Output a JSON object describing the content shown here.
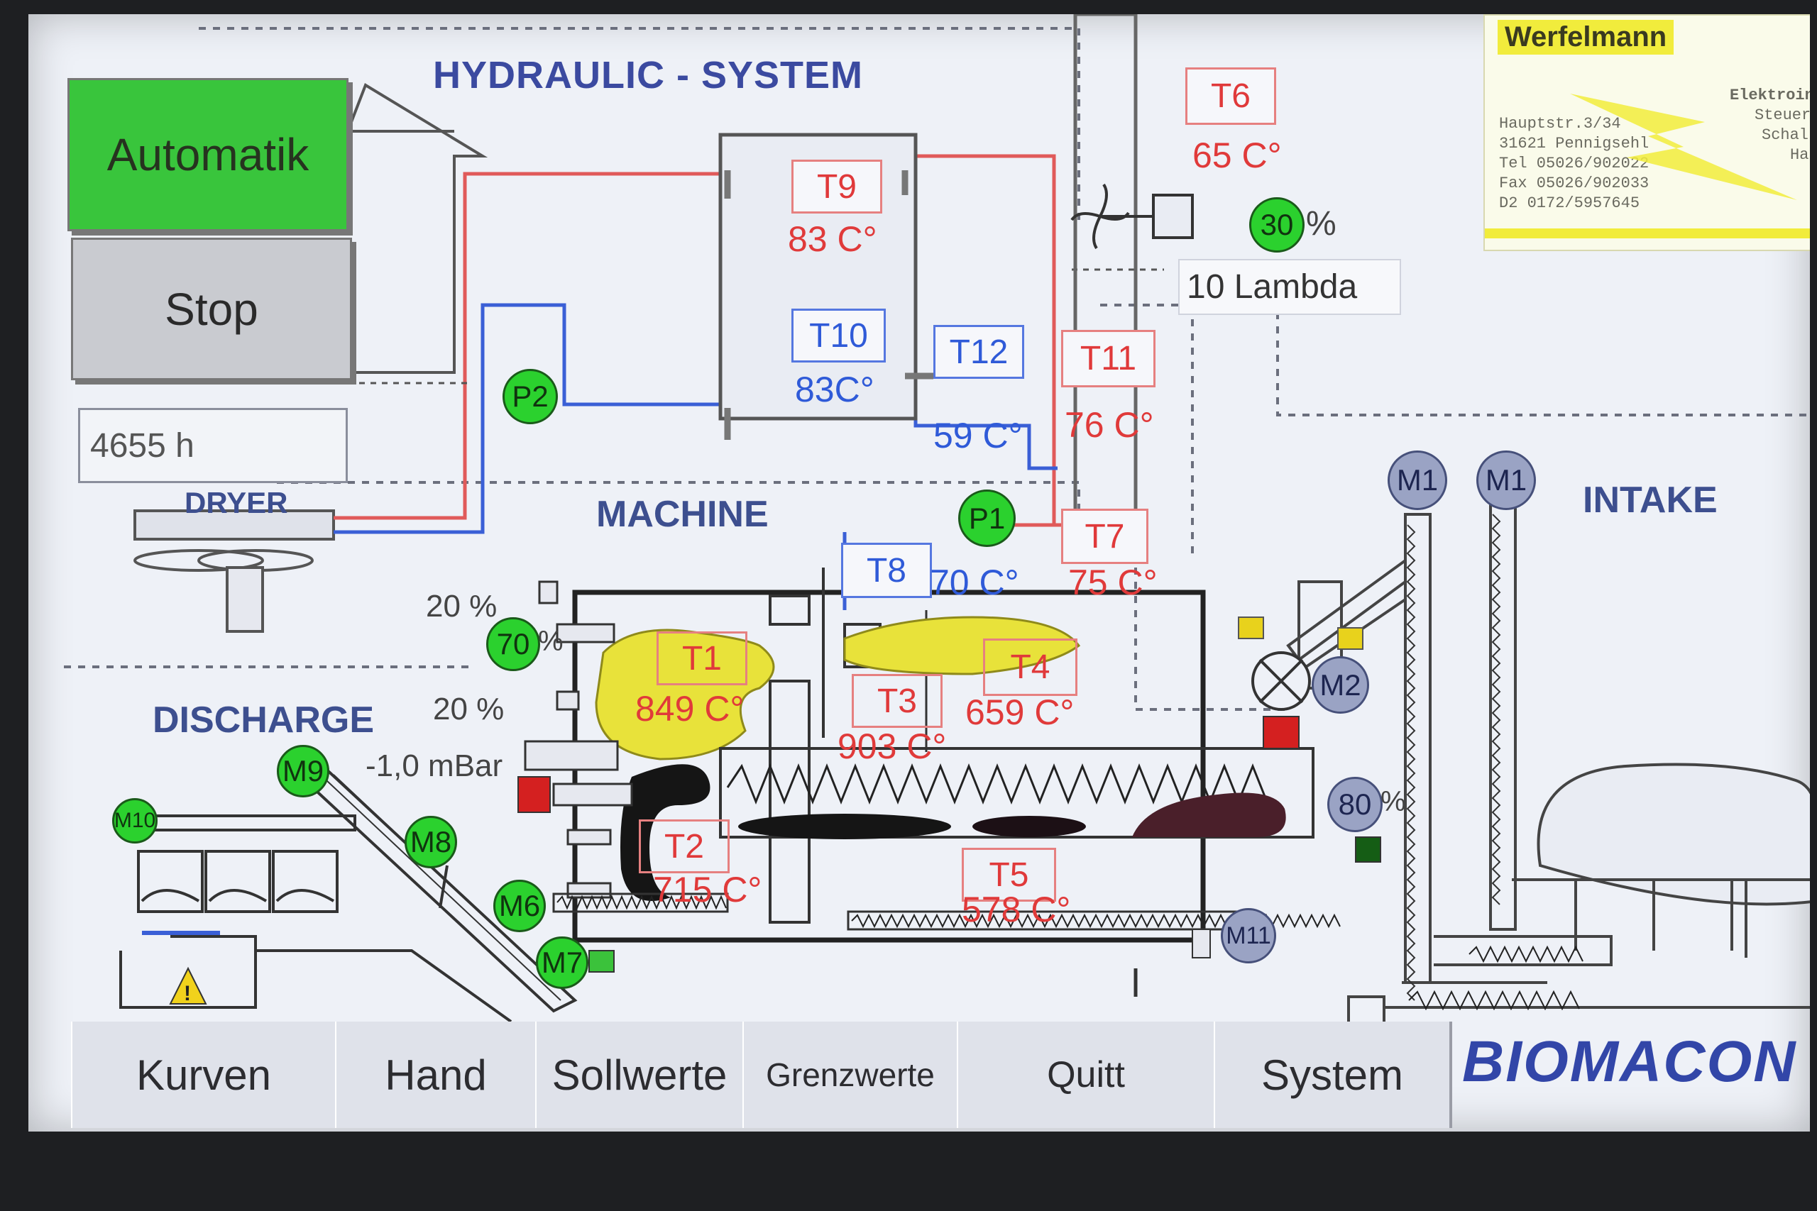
{
  "header": {
    "title": "HYDRAULIC - SYSTEM"
  },
  "controls": {
    "automatik_label": "Automatik",
    "stop_label": "Stop",
    "hours": "4655 h"
  },
  "sections": {
    "dryer": "DRYER",
    "machine": "MACHINE",
    "discharge": "DISCHARGE",
    "intake": "INTAKE"
  },
  "sensors": {
    "T1": {
      "label": "T1",
      "value": "849 C°"
    },
    "T2": {
      "label": "T2",
      "value": "715 C°"
    },
    "T3": {
      "label": "T3",
      "value": "903 C°"
    },
    "T4": {
      "label": "T4",
      "value": "659 C°"
    },
    "T5": {
      "label": "T5",
      "value": "578 C°"
    },
    "T6": {
      "label": "T6",
      "value": "65 C°"
    },
    "T7": {
      "label": "T7",
      "value": "75 C°"
    },
    "T8": {
      "label": "T8",
      "value": "70 C°"
    },
    "T9": {
      "label": "T9",
      "value": "83 C°"
    },
    "T10": {
      "label": "T10",
      "value": "83C°"
    },
    "T11": {
      "label": "T11",
      "value": "76 C°"
    },
    "T12": {
      "label": "T12",
      "value": "59 C°"
    }
  },
  "pumps": {
    "P1": "P1",
    "P2": "P2"
  },
  "motors": {
    "M1a": "M1",
    "M1b": "M1",
    "M2": "M2",
    "M6": "M6",
    "M7": "M7",
    "M8": "M8",
    "M9": "M9",
    "M10": "M10",
    "M11": "M11"
  },
  "gauges": {
    "fan": {
      "value": "30",
      "unit": "%"
    },
    "air_left": {
      "value": "70",
      "unit": "%"
    },
    "intake_motor": {
      "value": "80",
      "unit": "%"
    }
  },
  "readouts": {
    "lambda": "10 Lambda",
    "dryer_pct": "20 %",
    "discharge_pct": "20 %",
    "pressure": "-1,0 mBar"
  },
  "logo": {
    "name": "Werfelmann",
    "lines": [
      "Hauptstr.3/34",
      "31621 Pennigsehl",
      "Tel   05026/902022",
      "Fax   05026/902033",
      "D2    0172/5957645"
    ],
    "side": [
      "Elektroinst.",
      "Steuerung",
      "Schalter",
      "Ha"
    ]
  },
  "tabs": [
    "Kurven",
    "Hand",
    "Sollwerte",
    "Grenzwerte",
    "Quitt",
    "System"
  ],
  "brand": "BIOMACON",
  "colors": {
    "accent_green": "#39c53c",
    "hot_line": "#e05a5a",
    "cold_line": "#3a5fd6",
    "flame": "#e8e23a",
    "fault": "#d42020"
  }
}
